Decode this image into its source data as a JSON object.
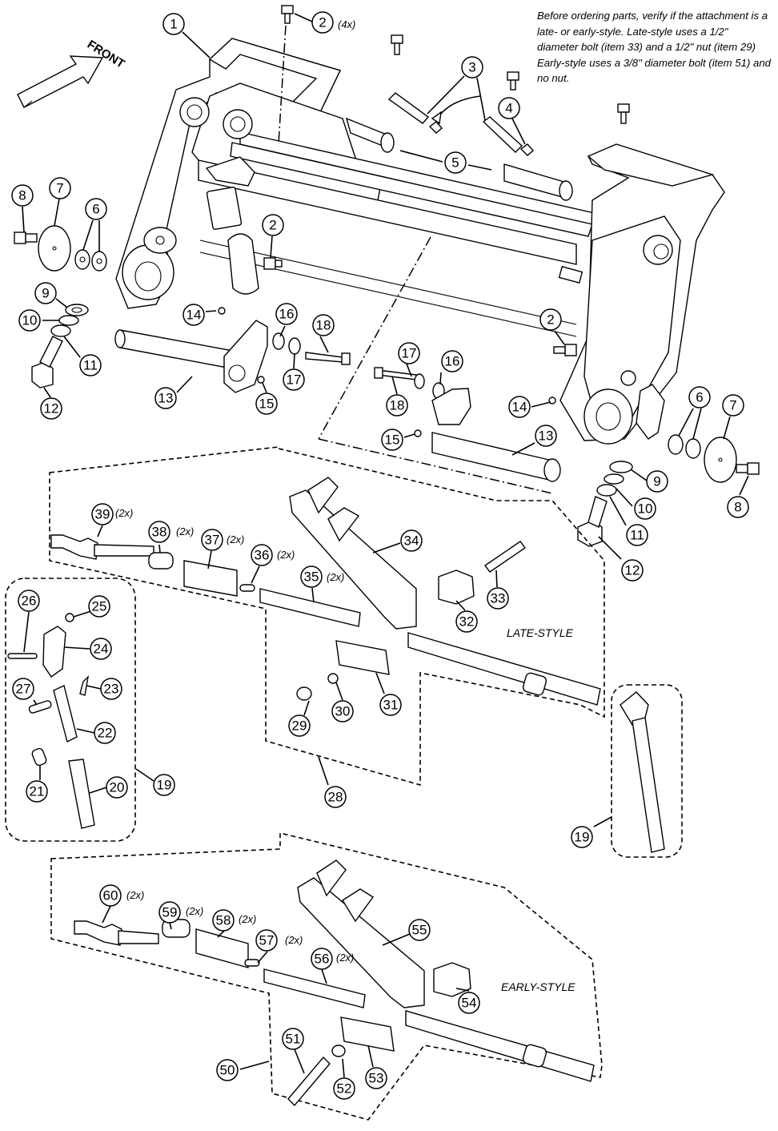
{
  "note": "Before ordering parts, verify if the attachment is a late- or early-style. Late-style uses a 1/2\" diameter bolt (item 33) and a 1/2\" nut (item 29) Early-style uses a 3/8\" diameter bolt (item 51) and no nut.",
  "front_label": "FRONT",
  "labels": {
    "late_style": "LATE-STYLE",
    "early_style": "EARLY-STYLE"
  },
  "qty": {
    "q2": "(4x)",
    "q39": "(2x)",
    "q38": "(2x)",
    "q37": "(2x)",
    "q36": "(2x)",
    "q35": "(2x)",
    "q60": "(2x)",
    "q59": "(2x)",
    "q58": "(2x)",
    "q57": "(2x)",
    "q56": "(2x)"
  },
  "callouts": {
    "c1": "1",
    "c2a": "2",
    "c2b": "2",
    "c2c": "2",
    "c3": "3",
    "c4": "4",
    "c5": "5",
    "c6a": "6",
    "c6b": "6",
    "c7a": "7",
    "c7b": "7",
    "c8a": "8",
    "c8b": "8",
    "c9a": "9",
    "c9b": "9",
    "c10a": "10",
    "c10b": "10",
    "c11a": "11",
    "c11b": "11",
    "c12a": "12",
    "c12b": "12",
    "c13a": "13",
    "c13b": "13",
    "c14a": "14",
    "c14b": "14",
    "c15a": "15",
    "c15b": "15",
    "c16a": "16",
    "c16b": "16",
    "c17a": "17",
    "c17b": "17",
    "c18a": "18",
    "c18b": "18",
    "c19a": "19",
    "c19b": "19",
    "c20": "20",
    "c21": "21",
    "c22": "22",
    "c23": "23",
    "c24": "24",
    "c25": "25",
    "c26": "26",
    "c27": "27",
    "c28": "28",
    "c29": "29",
    "c30": "30",
    "c31": "31",
    "c32": "32",
    "c33": "33",
    "c34": "34",
    "c35": "35",
    "c36": "36",
    "c37": "37",
    "c38": "38",
    "c39": "39",
    "c50": "50",
    "c51": "51",
    "c52": "52",
    "c53": "53",
    "c54": "54",
    "c55": "55",
    "c56": "56",
    "c57": "57",
    "c58": "58",
    "c59": "59",
    "c60": "60"
  }
}
